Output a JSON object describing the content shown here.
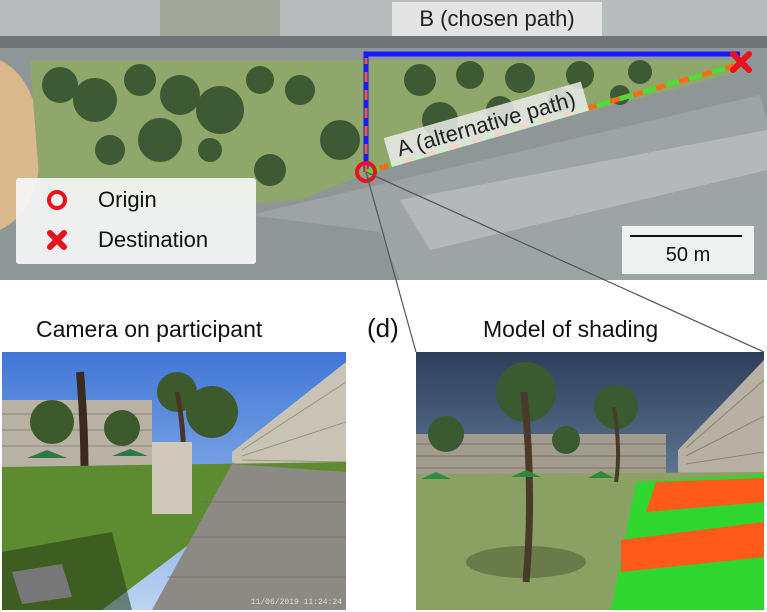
{
  "map": {
    "path_b_label": "B (chosen path)",
    "path_a_label": "A (alternative path)",
    "legend": {
      "origin_label": "Origin",
      "destination_label": "Destination"
    },
    "scale_label": "50 m"
  },
  "captions": {
    "camera": "Camera on participant",
    "panel_letter": "(d)",
    "model": "Model of shading"
  },
  "photo": {
    "timestamp": "11/06/2019 11:24:24"
  },
  "colors": {
    "path_b": "#1a1aff",
    "path_a": "#ff6a1a",
    "path_dash": "#4ddc3a",
    "marker": "#e8111d",
    "shade_green": "#2fd62f",
    "shade_orange": "#ff5a1a"
  }
}
